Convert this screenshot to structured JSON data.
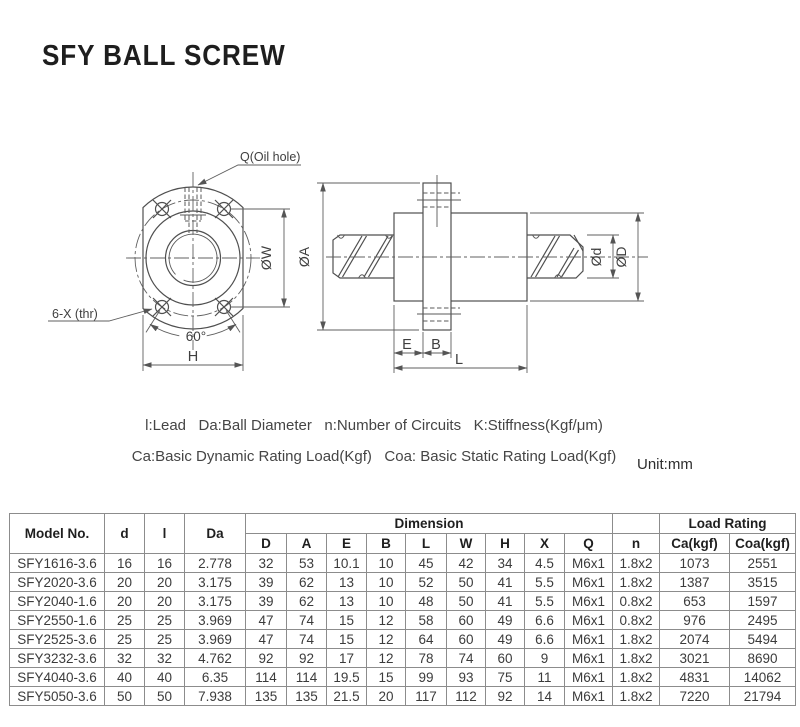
{
  "page": {
    "title": "SFY BALL SCREW",
    "unit_label": "Unit:mm"
  },
  "legend": {
    "line1": "l:Lead   Da:Ball Diameter   n:Number of Circuits   K:Stiffness(Kgf/μm)",
    "line2": "Ca:Basic Dynamic Rating Load(Kgf)   Coa: Basic Static Rating Load(Kgf)"
  },
  "diagram": {
    "front_view": {
      "oil_hole_label": "Q(Oil hole)",
      "bolt_label": "6-X (thr)",
      "angle_label": "60°",
      "height_label": "H",
      "bolt_circle_label": "ØW"
    },
    "side_view": {
      "flange_od_label": "ØA",
      "shaft_od_label": "Ød",
      "nut_od_label": "ØD",
      "e_label": "E",
      "b_label": "B",
      "l_label": "L"
    }
  },
  "table": {
    "header": {
      "model": "Model No.",
      "d": "d",
      "l": "l",
      "da": "Da",
      "dimension": "Dimension",
      "n": "n",
      "load_rating": "Load Rating",
      "ca": "Ca(kgf)",
      "coa": "Coa(kgf)",
      "dim_cols": [
        "D",
        "A",
        "E",
        "B",
        "L",
        "W",
        "H",
        "X",
        "Q"
      ]
    },
    "rows": [
      [
        "SFY1616-3.6",
        "16",
        "16",
        "2.778",
        "32",
        "53",
        "10.1",
        "10",
        "45",
        "42",
        "34",
        "4.5",
        "M6x1",
        "1.8x2",
        "1073",
        "2551"
      ],
      [
        "SFY2020-3.6",
        "20",
        "20",
        "3.175",
        "39",
        "62",
        "13",
        "10",
        "52",
        "50",
        "41",
        "5.5",
        "M6x1",
        "1.8x2",
        "1387",
        "3515"
      ],
      [
        "SFY2040-1.6",
        "20",
        "20",
        "3.175",
        "39",
        "62",
        "13",
        "10",
        "48",
        "50",
        "41",
        "5.5",
        "M6x1",
        "0.8x2",
        "653",
        "1597"
      ],
      [
        "SFY2550-1.6",
        "25",
        "25",
        "3.969",
        "47",
        "74",
        "15",
        "12",
        "58",
        "60",
        "49",
        "6.6",
        "M6x1",
        "0.8x2",
        "976",
        "2495"
      ],
      [
        "SFY2525-3.6",
        "25",
        "25",
        "3.969",
        "47",
        "74",
        "15",
        "12",
        "64",
        "60",
        "49",
        "6.6",
        "M6x1",
        "1.8x2",
        "2074",
        "5494"
      ],
      [
        "SFY3232-3.6",
        "32",
        "32",
        "4.762",
        "92",
        "92",
        "17",
        "12",
        "78",
        "74",
        "60",
        "9",
        "M6x1",
        "1.8x2",
        "3021",
        "8690"
      ],
      [
        "SFY4040-3.6",
        "40",
        "40",
        "6.35",
        "114",
        "114",
        "19.5",
        "15",
        "99",
        "93",
        "75",
        "11",
        "M6x1",
        "1.8x2",
        "4831",
        "14062"
      ],
      [
        "SFY5050-3.6",
        "50",
        "50",
        "7.938",
        "135",
        "135",
        "21.5",
        "20",
        "117",
        "112",
        "92",
        "14",
        "M6x1",
        "1.8x2",
        "7220",
        "21794"
      ]
    ]
  }
}
